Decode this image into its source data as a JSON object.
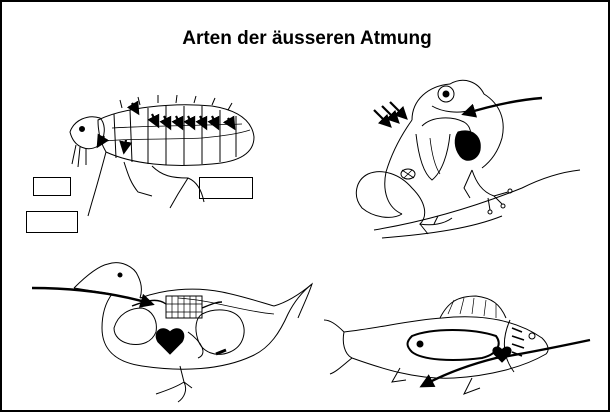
{
  "title": "Arten der äusseren Atmung",
  "panels": [
    {
      "id": "insect",
      "icon": "flea-icon",
      "blank_label_boxes": 3
    },
    {
      "id": "frog",
      "icon": "frog-icon"
    },
    {
      "id": "bird",
      "icon": "duck-icon"
    },
    {
      "id": "fish",
      "icon": "fish-icon"
    }
  ],
  "colors": {
    "ink": "#000000",
    "background": "#ffffff"
  }
}
